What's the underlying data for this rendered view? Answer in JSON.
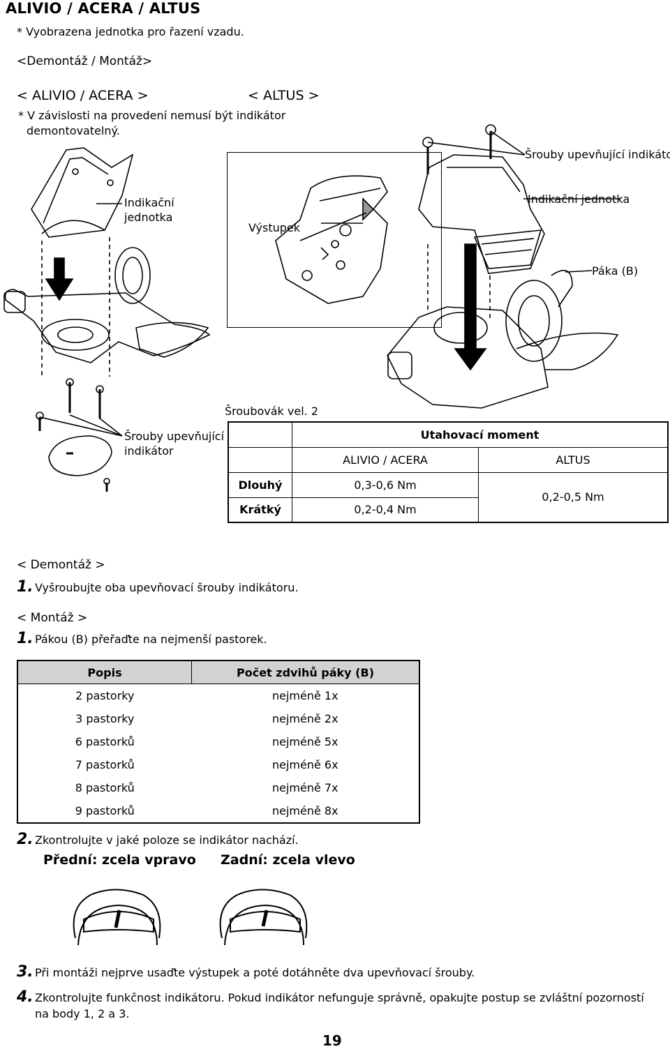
{
  "header": {
    "title": "ALIVIO / ACERA / ALTUS",
    "note": "* Vyobrazena jednotka pro řazení vzadu."
  },
  "section_title": "<Demontáž / Montáž>",
  "figure": {
    "label_alivio": "< ALIVIO / ACERA >",
    "label_altus": "< ALTUS >",
    "note_line1": "* V závislosti na provedení nemusí být indikátor",
    "note_line2": "demontovatelný.",
    "callout_indikacni_l1": "Indikační",
    "callout_indikacni_l2": "jednotka",
    "callout_vystupek": "Výstupek",
    "callout_srouby_top": "Šrouby upevňující indikátor",
    "callout_indikacni_right": "Indikační jednotka",
    "callout_paka": "Páka (B)",
    "callout_srouby_l1": "Šrouby upevňující",
    "callout_srouby_l2": "indikátor",
    "callout_sroubovak": "Šroubovák vel. 2"
  },
  "torque_table": {
    "header": "Utahovací moment",
    "col_alivio": "ALIVIO / ACERA",
    "col_altus": "ALTUS",
    "row_dlouhy": "Dlouhý",
    "row_kratky": "Krátký",
    "val_dlouhy": "0,3-0,6 Nm",
    "val_kratky": "0,2-0,4 Nm",
    "val_altus": "0,2-0,5 Nm"
  },
  "demontaz": {
    "heading": "< Demontáž >",
    "step1_num": "1.",
    "step1_text": "Vyšroubujte oba upevňovací šrouby indikátoru."
  },
  "montaz": {
    "heading": "< Montáž >",
    "step1_num": "1.",
    "step1_text": "Pákou (B) přeřaďte na nejmenší pastorek.",
    "step2_num": "2.",
    "step2_text": "Zkontrolujte v jaké poloze se indikátor nachází.",
    "front_label": "Přední: zcela vpravo",
    "rear_label": "Zadní: zcela vlevo",
    "step3_num": "3.",
    "step3_text": "Při montáži nejprve usaďte výstupek a poté dotáhněte dva upevňovací šrouby.",
    "step4_num": "4.",
    "step4_text_l1": "Zkontrolujte funkčnost indikátoru. Pokud indikátor nefunguje správně, opakujte postup se zvláštní pozorností",
    "step4_text_l2": "na body 1, 2 a 3."
  },
  "pastorky_table": {
    "col_popis": "Popis",
    "col_pocet": "Počet zdvihů páky (B)",
    "rows": [
      {
        "popis": "2 pastorky",
        "pocet": "nejméně 1x"
      },
      {
        "popis": "3 pastorky",
        "pocet": "nejméně 2x"
      },
      {
        "popis": "6 pastorků",
        "pocet": "nejméně 5x"
      },
      {
        "popis": "7 pastorků",
        "pocet": "nejméně 6x"
      },
      {
        "popis": "8 pastorků",
        "pocet": "nejméně 7x"
      },
      {
        "popis": "9 pastorků",
        "pocet": "nejméně 8x"
      }
    ]
  },
  "page_number": "19"
}
